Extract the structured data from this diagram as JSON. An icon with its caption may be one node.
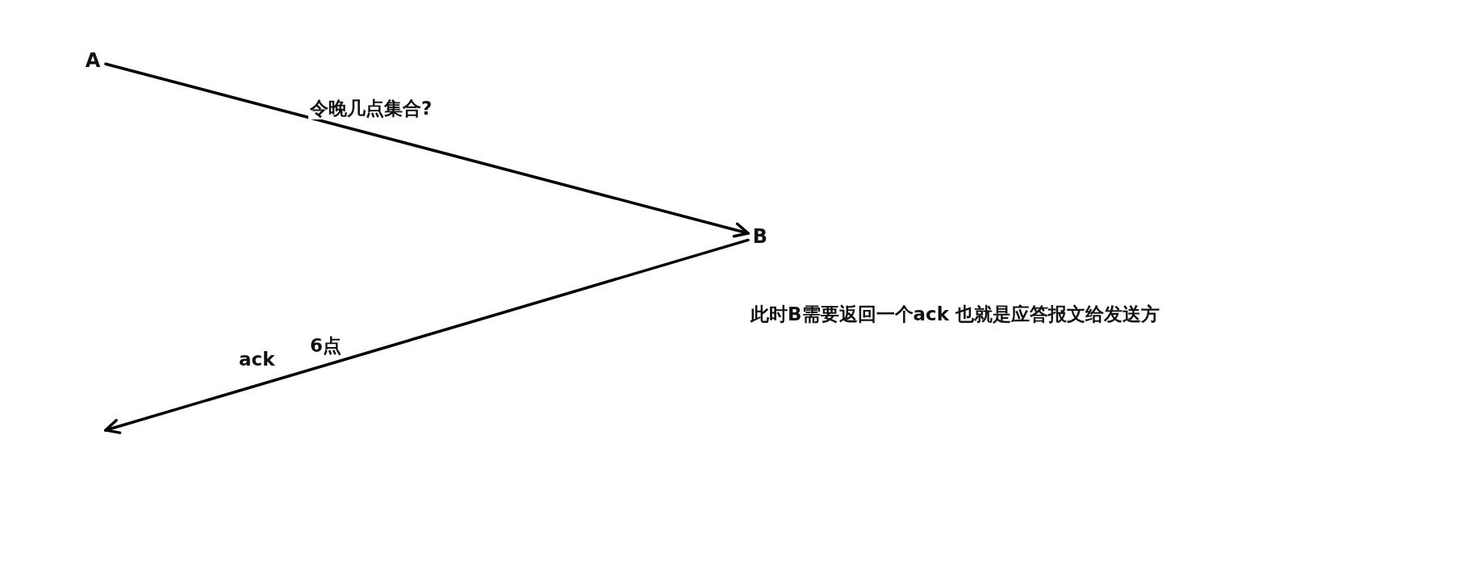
{
  "diagram": {
    "nodes": [
      {
        "text": [
          "A"
        ]
      },
      {
        "text": [
          "B"
        ]
      }
    ],
    "edges": [
      {
        "from": 0,
        "to": 1,
        "arrow": "to",
        "label": "令晚几点集合?"
      },
      {
        "from": 1,
        "to": null,
        "arrow": "to",
        "label": "6点"
      }
    ],
    "labels": [
      "ack",
      "此时B需要返回一个ack 也就是应答报文给发送方"
    ]
  }
}
